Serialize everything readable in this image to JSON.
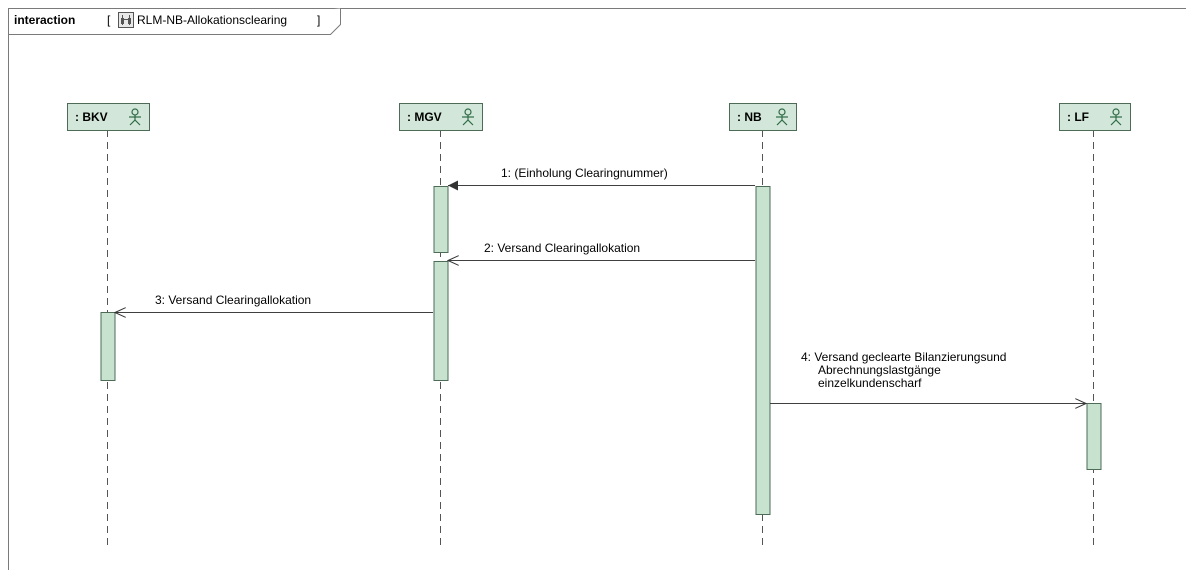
{
  "frame": {
    "keyword": "interaction",
    "open_bracket": "[",
    "name": "RLM-NB-Allokationsclearing",
    "close_bracket": "]",
    "icon": "interaction-diagram-icon"
  },
  "lifelines": [
    {
      "id": "bkv",
      "label": ": BKV",
      "icon": "actor-icon"
    },
    {
      "id": "mgv",
      "label": ": MGV",
      "icon": "actor-icon"
    },
    {
      "id": "nb",
      "label": ": NB",
      "icon": "actor-icon"
    },
    {
      "id": "lf",
      "label": ": LF",
      "icon": "actor-icon"
    }
  ],
  "messages": [
    {
      "number": "1:",
      "lines": [
        "(Einholung Clearingnummer)"
      ],
      "from": "nb",
      "to": "mgv",
      "kind": "synchronous"
    },
    {
      "number": "2:",
      "lines": [
        "Versand Clearingallokation"
      ],
      "from": "nb",
      "to": "mgv",
      "kind": "asynchronous"
    },
    {
      "number": "3:",
      "lines": [
        "Versand Clearingallokation"
      ],
      "from": "mgv",
      "to": "bkv",
      "kind": "asynchronous"
    },
    {
      "number": "4:",
      "lines": [
        "Versand geclearte Bilanzierungsund",
        "Abrechnungslastgänge",
        "einzelkundenscharf"
      ],
      "from": "nb",
      "to": "lf",
      "kind": "asynchronous"
    }
  ],
  "colors": {
    "lifeline_fill": "#d2e7d9",
    "activation_fill": "#c7e3cf",
    "border": "#4d6b57",
    "line": "#404040"
  }
}
